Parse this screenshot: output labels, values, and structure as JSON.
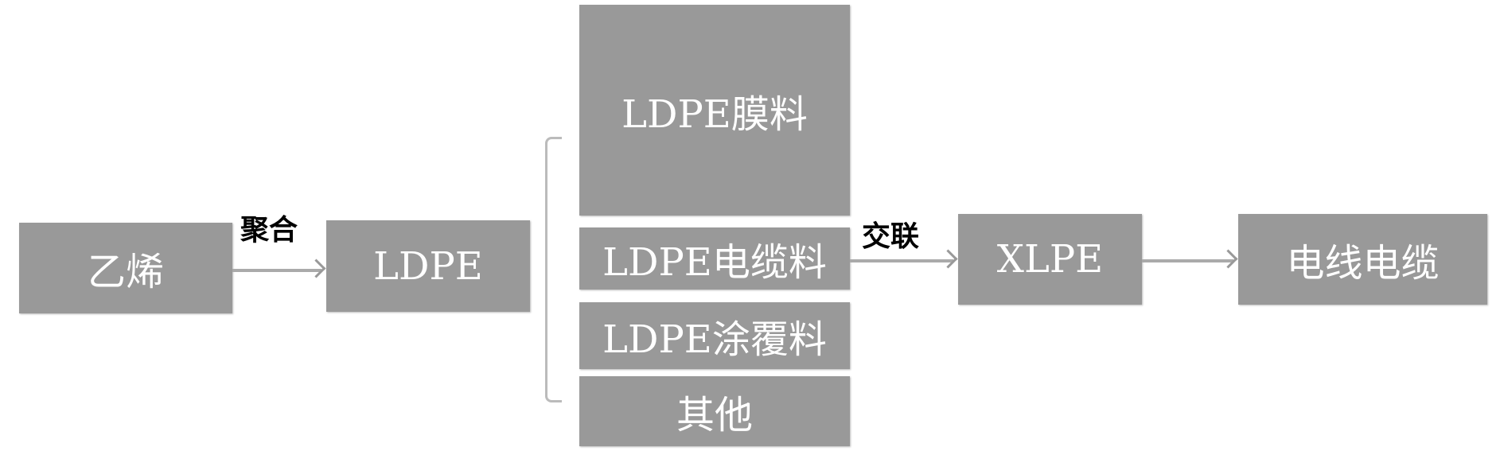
{
  "nodes": {
    "ethylene": "乙烯",
    "ldpe": "LDPE",
    "ldpe_film": "LDPE膜料",
    "ldpe_cable": "LDPE电缆料",
    "ldpe_coating": "LDPE涂覆料",
    "other": "其他",
    "xlpe": "XLPE",
    "wire_cable": "电线电缆"
  },
  "edges": {
    "polymerization": "聚合",
    "crosslinking": "交联"
  },
  "colors": {
    "box": "#999999",
    "box_text": "#ffffff",
    "label_text": "#000000"
  }
}
